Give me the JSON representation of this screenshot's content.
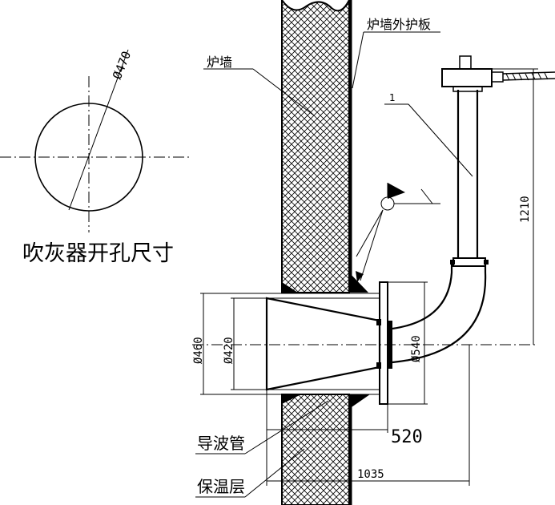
{
  "labels": {
    "wall_outer_plate": "炉墙外护板",
    "furnace_wall": "炉墙",
    "leader_1": "1",
    "opening_title": "吹灰器开孔尺寸",
    "waveguide": "导波管",
    "insulation": "保温层"
  },
  "dimensions": {
    "hole_diameter": "Ø470",
    "d_460": "Ø460",
    "d_420": "Ø420",
    "d_540": "Ø540",
    "height_1210": "1210",
    "len_520": "520",
    "len_1035": "1035"
  }
}
